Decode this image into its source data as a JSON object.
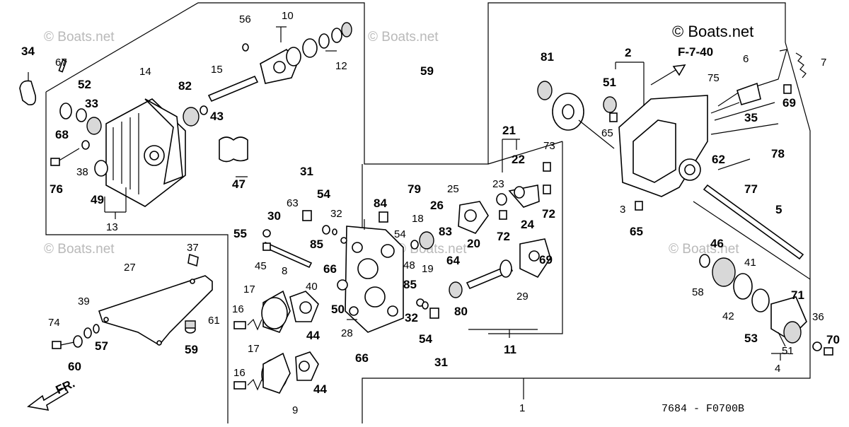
{
  "watermarks": [
    "© Boats.net",
    "© Boats.net",
    "© Boats.net",
    "© Boats.net",
    "© Boats.net"
  ],
  "brand": "© Boats.net",
  "ref_code": "F-7-40",
  "diagram_code": "7684 - F0700B",
  "fr_label": "FR.",
  "callouts": {
    "c1": "1",
    "c2": "2",
    "c3": "3",
    "c4": "4",
    "c5": "5",
    "c6": "6",
    "c7": "7",
    "c8": "8",
    "c9": "9",
    "c10": "10",
    "c11": "11",
    "c12": "12",
    "c13": "13",
    "c14": "14",
    "c15": "15",
    "c16a": "16",
    "c16b": "16",
    "c17a": "17",
    "c17b": "17",
    "c18": "18",
    "c19": "19",
    "c20": "20",
    "c21": "21",
    "c22": "22",
    "c23": "23",
    "c24": "24",
    "c25": "25",
    "c26": "26",
    "c27": "27",
    "c28": "28",
    "c29": "29",
    "c30": "30",
    "c31a": "31",
    "c31b": "31",
    "c32a": "32",
    "c32b": "32",
    "c33": "33",
    "c34": "34",
    "c35": "35",
    "c36": "36",
    "c37": "37",
    "c38": "38",
    "c39": "39",
    "c40": "40",
    "c41": "41",
    "c42": "42",
    "c43": "43",
    "c44a": "44",
    "c44b": "44",
    "c45": "45",
    "c46": "46",
    "c47": "47",
    "c48": "48",
    "c49": "49",
    "c50": "50",
    "c51a": "51",
    "c51b": "51",
    "c52": "52",
    "c53": "53",
    "c54a": "54",
    "c54b": "54",
    "c54c": "54",
    "c55": "55",
    "c56": "56",
    "c57": "57",
    "c58": "58",
    "c59a": "59",
    "c59b": "59",
    "c60": "60",
    "c61": "61",
    "c62": "62",
    "c63": "63",
    "c64": "64",
    "c65a": "65",
    "c65b": "65",
    "c66a": "66",
    "c66b": "66",
    "c67": "67",
    "c68": "68",
    "c69a": "69",
    "c69b": "69",
    "c70": "70",
    "c71": "71",
    "c72a": "72",
    "c72b": "72",
    "c73": "73",
    "c74": "74",
    "c75": "75",
    "c76": "76",
    "c77": "77",
    "c78": "78",
    "c79": "79",
    "c80": "80",
    "c81": "81",
    "c82": "82",
    "c83": "83",
    "c84": "84",
    "c85a": "85",
    "c85b": "85"
  }
}
